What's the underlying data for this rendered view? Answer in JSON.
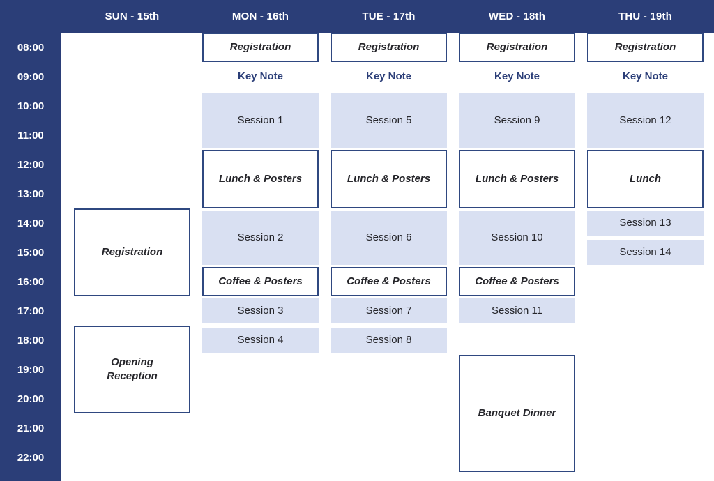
{
  "schedule": {
    "colors": {
      "navy": "#2B3E78",
      "box_border": "#2F4880",
      "session_fill": "#D9E0F2",
      "text_dark": "#26262B"
    },
    "days": [
      "SUN - 15th",
      "MON - 16th",
      "TUE - 17th",
      "WED - 18th",
      "THU - 19th"
    ],
    "times": [
      "08:00",
      "09:00",
      "10:00",
      "11:00",
      "12:00",
      "13:00",
      "14:00",
      "15:00",
      "16:00",
      "17:00",
      "18:00",
      "19:00",
      "20:00",
      "21:00",
      "22:00"
    ],
    "events": [
      {
        "day": 0,
        "start": 14,
        "end": 17,
        "label": "Registration",
        "type": "outlined"
      },
      {
        "day": 0,
        "start": 18,
        "end": 21,
        "label": "Opening\nReception",
        "type": "outlined"
      },
      {
        "day": 1,
        "start": 8,
        "end": 9,
        "label": "Registration",
        "type": "outlined"
      },
      {
        "day": 1,
        "start": 9,
        "end": 10,
        "label": "Key Note",
        "type": "keynote"
      },
      {
        "day": 1,
        "start": 10,
        "end": 12,
        "label": "Session 1",
        "type": "filled"
      },
      {
        "day": 1,
        "start": 12,
        "end": 14,
        "label": "Lunch & Posters",
        "type": "outlined"
      },
      {
        "day": 1,
        "start": 14,
        "end": 16,
        "label": "Session 2",
        "type": "filled"
      },
      {
        "day": 1,
        "start": 16,
        "end": 17,
        "label": "Coffee & Posters",
        "type": "outlined"
      },
      {
        "day": 1,
        "start": 17,
        "end": 18,
        "label": "Session 3",
        "type": "filled"
      },
      {
        "day": 1,
        "start": 18,
        "end": 19,
        "label": "Session 4",
        "type": "filled"
      },
      {
        "day": 2,
        "start": 8,
        "end": 9,
        "label": "Registration",
        "type": "outlined"
      },
      {
        "day": 2,
        "start": 9,
        "end": 10,
        "label": "Key Note",
        "type": "keynote"
      },
      {
        "day": 2,
        "start": 10,
        "end": 12,
        "label": "Session 5",
        "type": "filled"
      },
      {
        "day": 2,
        "start": 12,
        "end": 14,
        "label": "Lunch & Posters",
        "type": "outlined"
      },
      {
        "day": 2,
        "start": 14,
        "end": 16,
        "label": "Session 6",
        "type": "filled"
      },
      {
        "day": 2,
        "start": 16,
        "end": 17,
        "label": "Coffee & Posters",
        "type": "outlined"
      },
      {
        "day": 2,
        "start": 17,
        "end": 18,
        "label": "Session 7",
        "type": "filled"
      },
      {
        "day": 2,
        "start": 18,
        "end": 19,
        "label": "Session 8",
        "type": "filled"
      },
      {
        "day": 3,
        "start": 8,
        "end": 9,
        "label": "Registration",
        "type": "outlined"
      },
      {
        "day": 3,
        "start": 9,
        "end": 10,
        "label": "Key Note",
        "type": "keynote"
      },
      {
        "day": 3,
        "start": 10,
        "end": 12,
        "label": "Session 9",
        "type": "filled"
      },
      {
        "day": 3,
        "start": 12,
        "end": 14,
        "label": "Lunch & Posters",
        "type": "outlined"
      },
      {
        "day": 3,
        "start": 14,
        "end": 16,
        "label": "Session 10",
        "type": "filled"
      },
      {
        "day": 3,
        "start": 16,
        "end": 17,
        "label": "Coffee & Posters",
        "type": "outlined"
      },
      {
        "day": 3,
        "start": 17,
        "end": 18,
        "label": "Session 11",
        "type": "filled"
      },
      {
        "day": 3,
        "start": 19,
        "end": 23,
        "label": "Banquet Dinner",
        "type": "outlined"
      },
      {
        "day": 4,
        "start": 8,
        "end": 9,
        "label": "Registration",
        "type": "outlined"
      },
      {
        "day": 4,
        "start": 9,
        "end": 10,
        "label": "Key Note",
        "type": "keynote"
      },
      {
        "day": 4,
        "start": 10,
        "end": 12,
        "label": "Session 12",
        "type": "filled"
      },
      {
        "day": 4,
        "start": 12,
        "end": 14,
        "label": "Lunch",
        "type": "outlined"
      },
      {
        "day": 4,
        "start": 14,
        "end": 15,
        "label": "Session 13",
        "type": "filled"
      },
      {
        "day": 4,
        "start": 15,
        "end": 16,
        "label": "Session 14",
        "type": "filled"
      }
    ]
  }
}
